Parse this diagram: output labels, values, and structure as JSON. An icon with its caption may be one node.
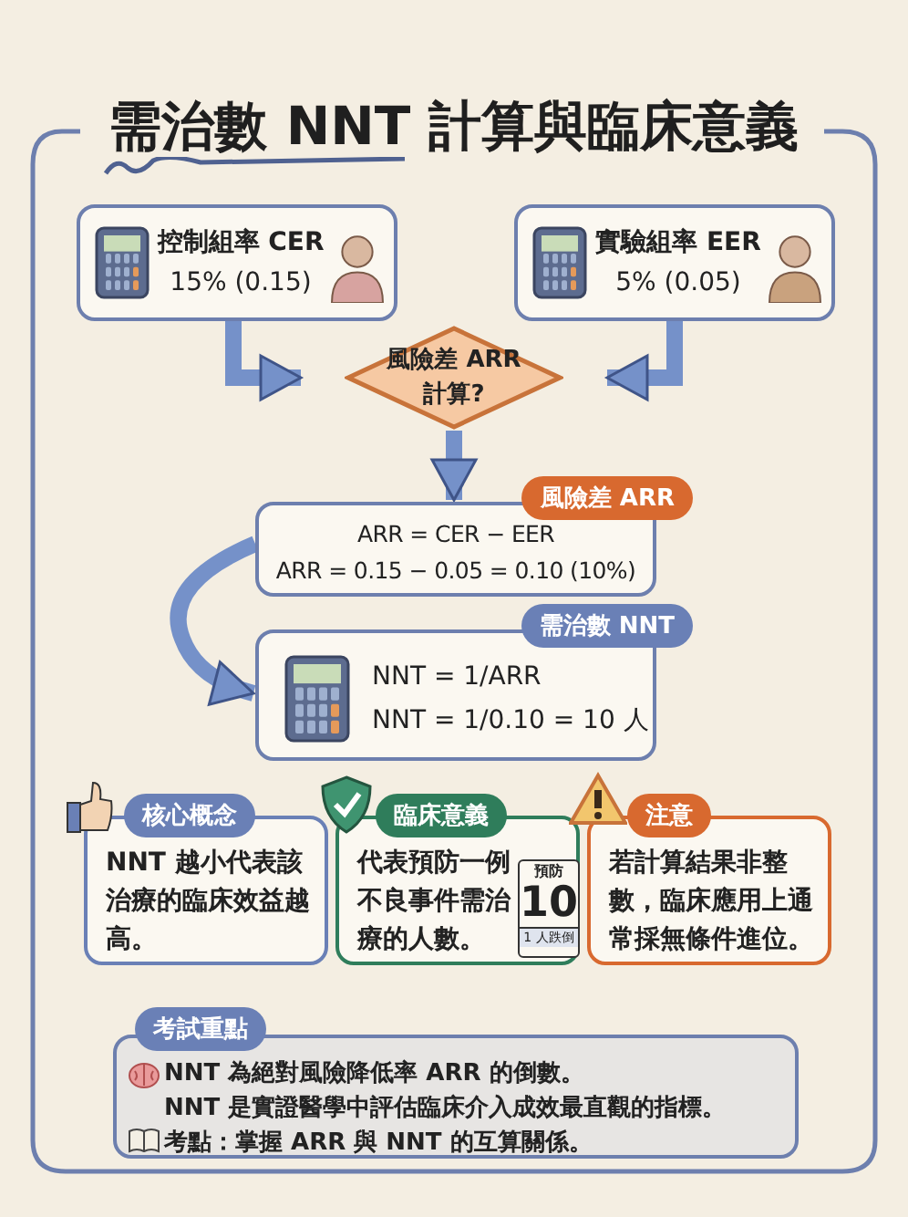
{
  "diagram": {
    "title": "需治數 NNT 計算與臨床意義",
    "nodes": [
      {
        "text": [
          "控制組率 CER",
          "15% (0.15)"
        ]
      },
      {
        "text": [
          "實驗組率 EER",
          "5% (0.05)"
        ]
      },
      {
        "text": [
          "風險差 ARR 計算?"
        ]
      },
      {
        "text": [
          "風險差 ARR",
          "ARR = CER − EER",
          "ARR = 0.15 − 0.05 = 0.10 (10%)"
        ]
      },
      {
        "text": [
          "需治數 NNT",
          "NNT = 1/ARR",
          "NNT = 1/0.10 = 10 人"
        ]
      },
      {
        "text": [
          "核心概念",
          "NNT 越小代表該治療的臨床效益越高。"
        ]
      },
      {
        "text": [
          "臨床意義",
          "代表預防一例不良事件需治療的人數。"
        ]
      },
      {
        "text": [
          "預防",
          "10",
          "1 人跌倒"
        ],
        "in": 6
      },
      {
        "text": [
          "注意",
          "若計算結果非整數，臨床應用上通常採無條件進位。"
        ]
      },
      {
        "text": [
          "考試重點",
          "NNT 為絕對風險降低率 ARR 的倒數。",
          "NNT 是實證醫學中評估臨床介入成效最直觀的指標。",
          "考點：掌握 ARR 與 NNT 的互算關係。"
        ]
      }
    ],
    "edges": [
      {
        "from": 0,
        "to": 2,
        "arrow": "to"
      },
      {
        "from": 1,
        "to": 2,
        "arrow": "to"
      },
      {
        "from": 2,
        "to": 3,
        "arrow": "to"
      },
      {
        "from": 3,
        "to": 4,
        "arrow": "to"
      }
    ]
  }
}
